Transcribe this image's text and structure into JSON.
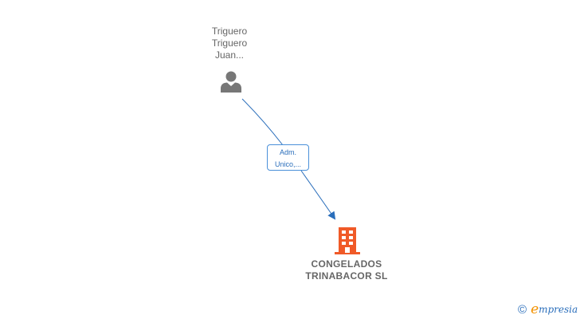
{
  "nodes": {
    "person": {
      "name_lines": [
        "Triguero",
        "Triguero",
        "Juan..."
      ],
      "icon": "person-icon",
      "color": "#777777"
    },
    "company": {
      "name_lines": [
        "CONGELADOS",
        "TRINABACOR SL"
      ],
      "icon": "building-icon",
      "color": "#f05a28"
    }
  },
  "edges": [
    {
      "from": "person",
      "to": "company",
      "label_lines": [
        "Adm.",
        "Unico,..."
      ],
      "color": "#2a6ebb"
    }
  ],
  "brand": {
    "copyright": "©",
    "logo_initial": "e",
    "logo_rest": "mpresia"
  }
}
